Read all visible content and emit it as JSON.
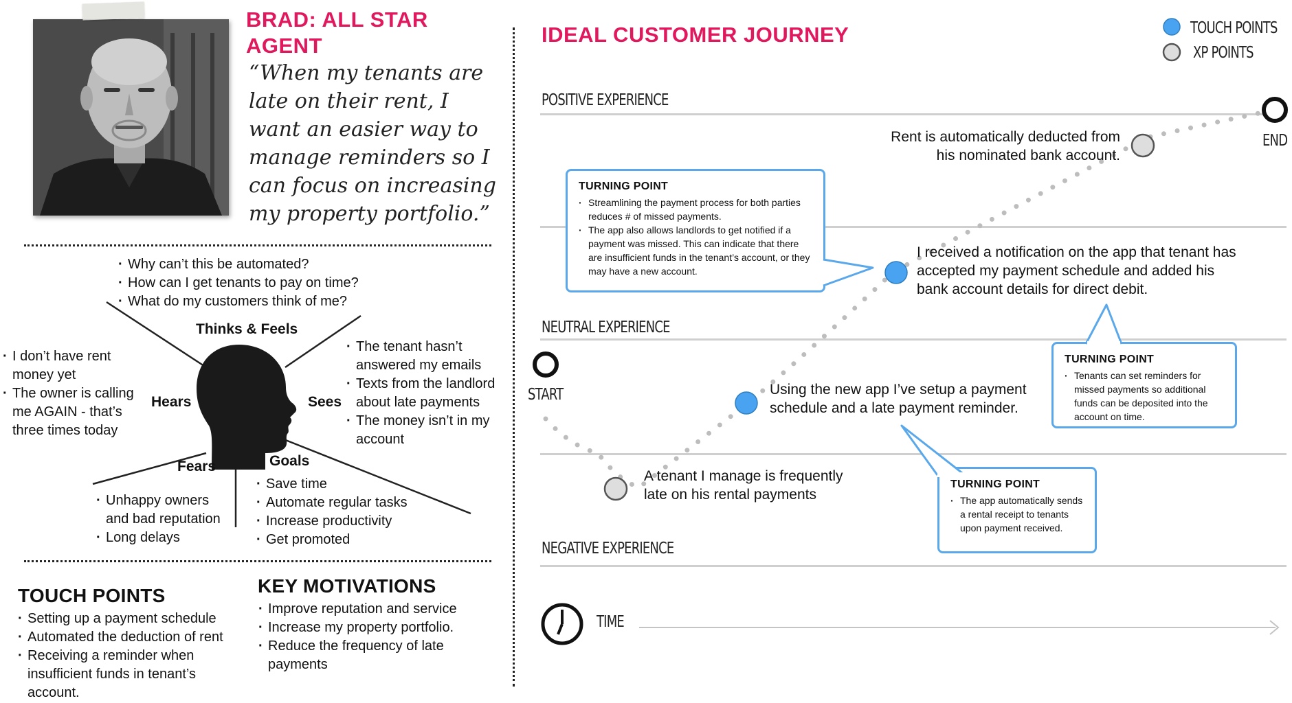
{
  "persona": {
    "name": "BRAD: ALL STAR AGENT",
    "quote": "“When my tenants are late on their rent, I want an easier way to manage reminders so I can focus on increasing my property portfolio.”"
  },
  "empathy": {
    "thinks_feels_label": "Thinks & Feels",
    "thinks_feels": [
      "Why can’t this be automated?",
      "How can I get tenants to pay on time?",
      "What do my customers think of me?"
    ],
    "hears_label": "Hears",
    "hears": [
      "I don’t have rent money yet",
      "The owner is calling me AGAIN - that’s three times today"
    ],
    "sees_label": "Sees",
    "sees": [
      "The tenant hasn’t answered my emails",
      "Texts from the landlord about late payments",
      "The money isn’t in my account"
    ],
    "fears_label": "Fears",
    "fears": [
      "Unhappy owners and bad reputation",
      "Long delays"
    ],
    "goals_label": "Goals",
    "goals": [
      "Save time",
      "Automate regular tasks",
      "Increase productivity",
      "Get promoted"
    ]
  },
  "touch_points": {
    "title": "TOUCH POINTS",
    "items": [
      "Setting up a payment schedule",
      "Automated the deduction of rent",
      "Receiving a reminder when insufficient funds in tenant’s account."
    ]
  },
  "key_motivations": {
    "title": "KEY MOTIVATIONS",
    "items": [
      "Improve reputation and service",
      "Increase my property portfolio.",
      "Reduce the frequency of late payments"
    ]
  },
  "journey": {
    "title": "IDEAL CUSTOMER JOURNEY",
    "legend": {
      "touch": "TOUCH POINTS",
      "xp": "XP POINTS"
    },
    "levels": {
      "positive": "POSITIVE EXPERIENCE",
      "neutral": "NEUTRAL EXPERIENCE",
      "negative": "NEGATIVE EXPERIENCE"
    },
    "start": "START",
    "end": "END",
    "time": "TIME",
    "colors": {
      "touch": "#4aa3f0",
      "xp": "#dedede",
      "accent": "#e0195e",
      "box": "#5aa8ea"
    },
    "steps": [
      "A tenant I manage is frequently late on his rental payments",
      "Using the new app I’ve setup a payment schedule and a late payment reminder.",
      "I received a notification on the app that tenant has accepted my payment schedule and added his bank account details for direct debit.",
      "Rent is automatically deducted from his nominated bank account."
    ],
    "turning_points": [
      {
        "title": "TURNING POINT",
        "items": [
          "Streamlining the payment process for both parties reduces # of missed payments.",
          "The app also allows landlords to get notified if a payment was missed. This can indicate that there are insufficient funds in the tenant’s account, or they may have a new account."
        ]
      },
      {
        "title": "TURNING POINT",
        "items": [
          "Tenants can set reminders for missed payments so additional funds can be deposited into the account on time."
        ]
      },
      {
        "title": "TURNING POINT",
        "items": [
          "The app automatically sends a rental receipt to tenants upon payment received."
        ]
      }
    ]
  }
}
